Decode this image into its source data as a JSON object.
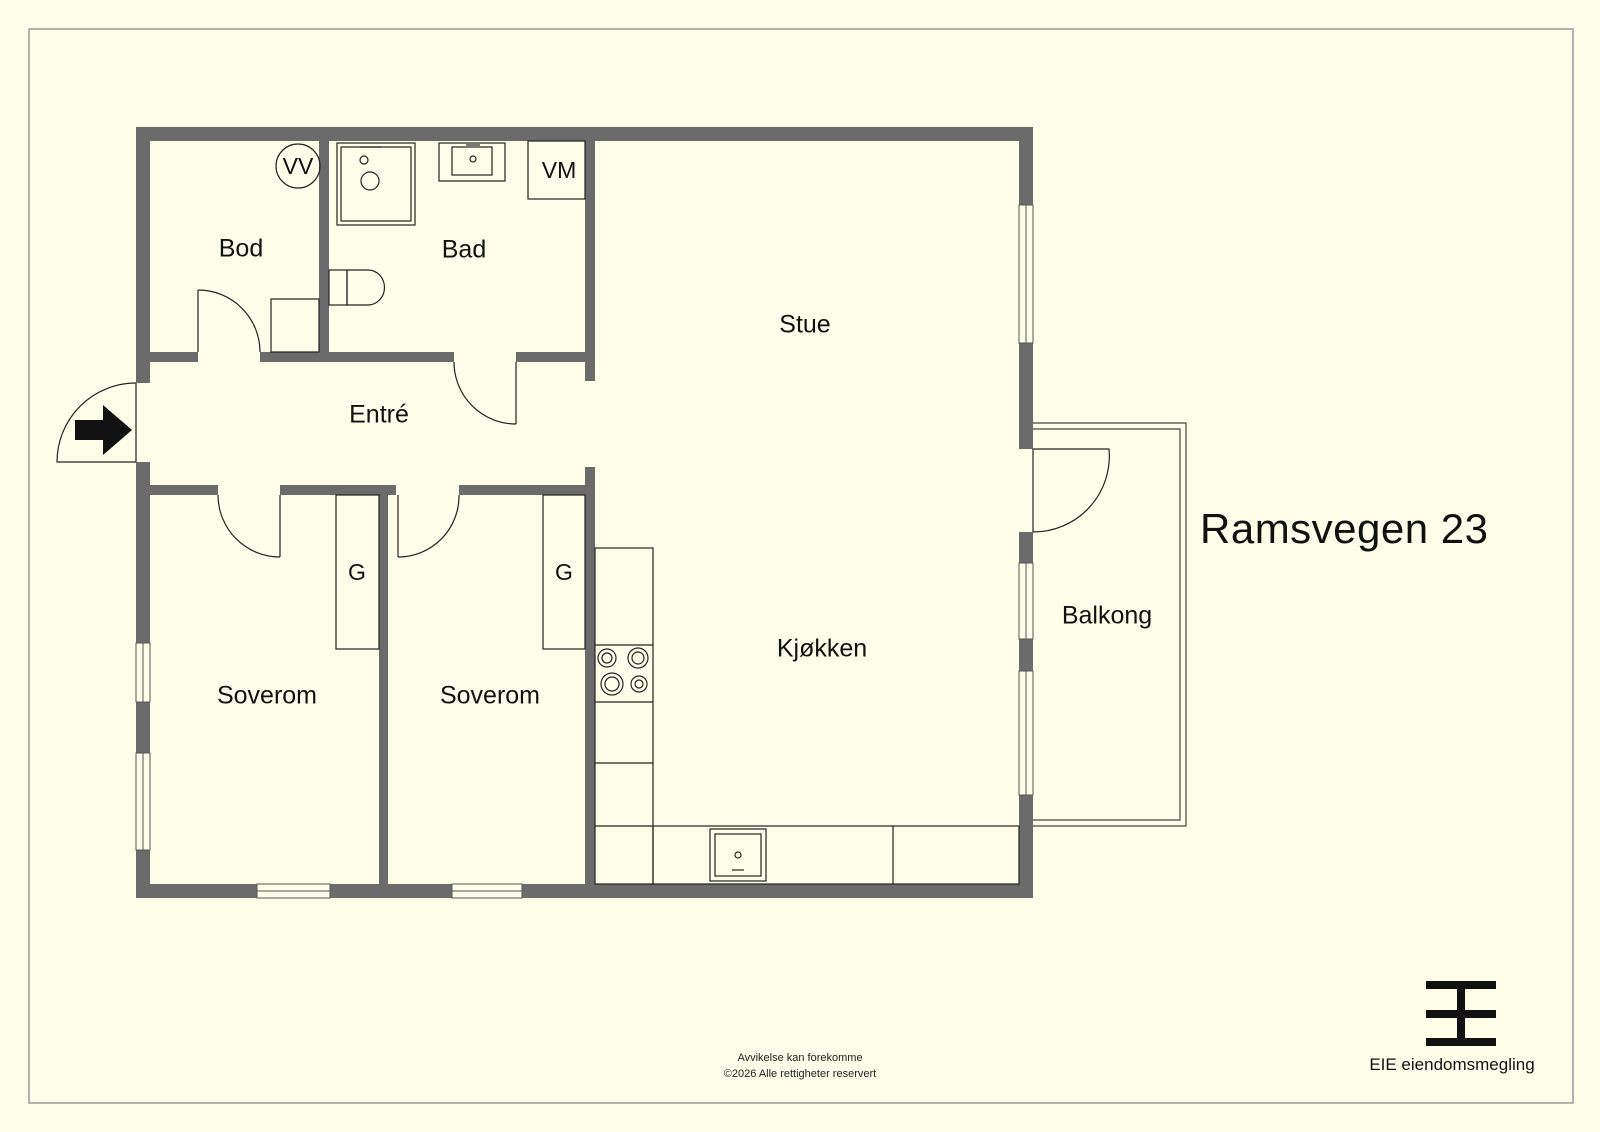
{
  "property": {
    "title": "Ramsvegen 23"
  },
  "rooms": {
    "bod": "Bod",
    "bad": "Bad",
    "stue": "Stue",
    "entre": "Entré",
    "soverom_1": "Soverom",
    "soverom_2": "Soverom",
    "kjokken": "Kjøkken",
    "balkong": "Balkong"
  },
  "fixtures": {
    "vv": "VV",
    "vm": "VM",
    "g1": "G",
    "g2": "G"
  },
  "footer": {
    "disclaimer_line1": "Avvikelse kan forekomme",
    "disclaimer_line2": "©2026 Alle rettigheter reservert"
  },
  "brand": {
    "name": "EIE eiendomsmegling"
  },
  "colors": {
    "background": "#fdfdea",
    "wall": "#6b6b6b",
    "line": "#222222"
  }
}
